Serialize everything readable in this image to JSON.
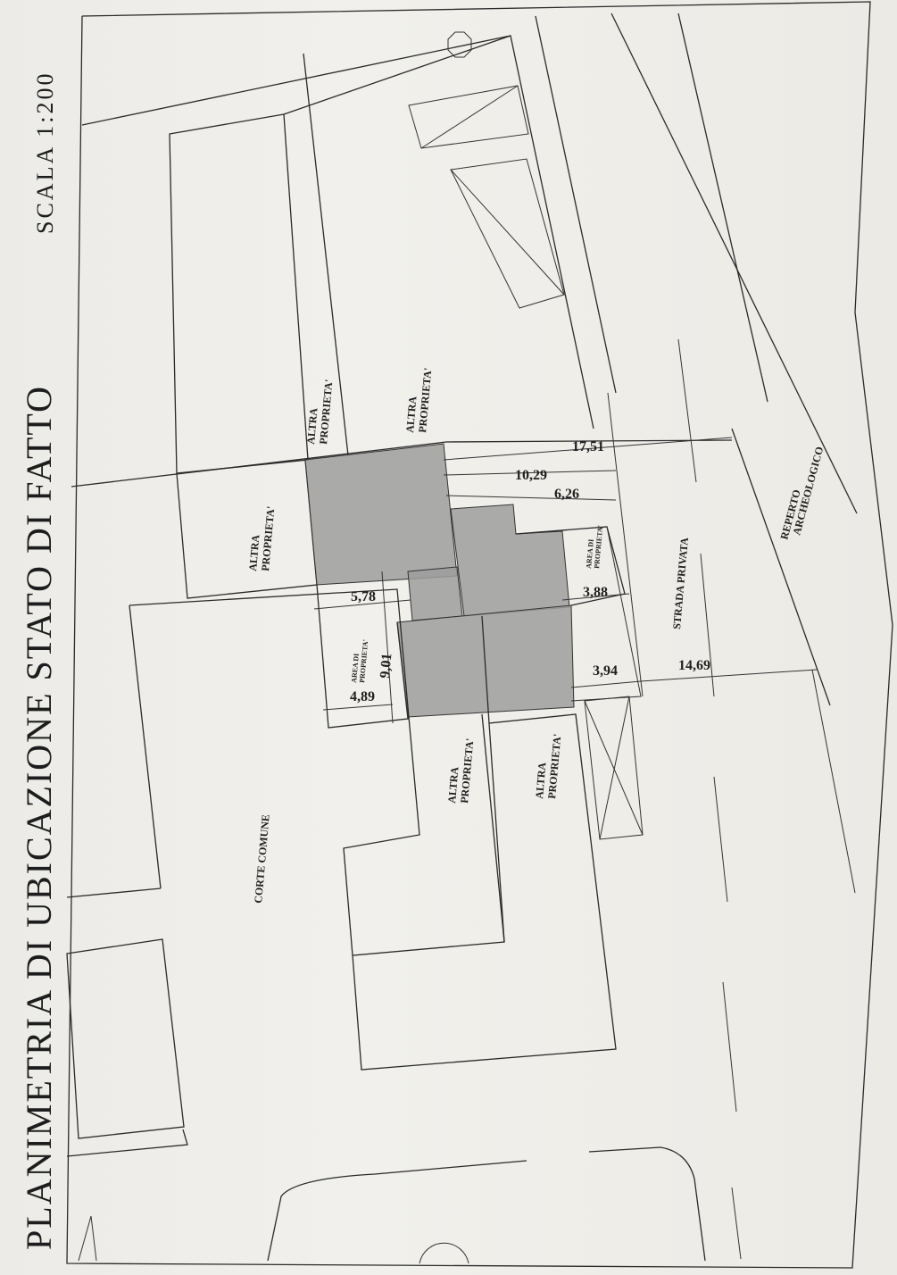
{
  "title": "PLANIMETRIA DI UBICAZIONE STATO DI FATTO",
  "scale": "SCALA 1:200",
  "labels": {
    "altra_proprieta_1": [
      "ALTRA",
      "PROPRIETA'"
    ],
    "altra_proprieta_2": [
      "ALTRA",
      "PROPRIETA'"
    ],
    "altra_proprieta_3": [
      "ALTRA",
      "PROPRIETA'"
    ],
    "altra_proprieta_4": [
      "ALTRA",
      "PROPRIETA'"
    ],
    "altra_proprieta_5": [
      "ALTRA",
      "PROPRIETA'"
    ],
    "area_di_proprieta_1": [
      "AREA DI",
      "PROPRIETA'"
    ],
    "area_di_proprieta_2": [
      "AREA DI",
      "PROPRIETA'"
    ],
    "corte_comune": "CORTE COMUNE",
    "strada_privata": "STRADA PRIVATA",
    "reperto_archeologico": [
      "REPERTO",
      "ARCHEOLOGICO"
    ]
  },
  "dimensions": {
    "d1751": "17,51",
    "d1029": "10,29",
    "d626": "6,26",
    "d388": "3,88",
    "d578": "5,78",
    "d901": "9,01",
    "d489": "4,89",
    "d394": "3,94",
    "d1469": "14,69"
  }
}
